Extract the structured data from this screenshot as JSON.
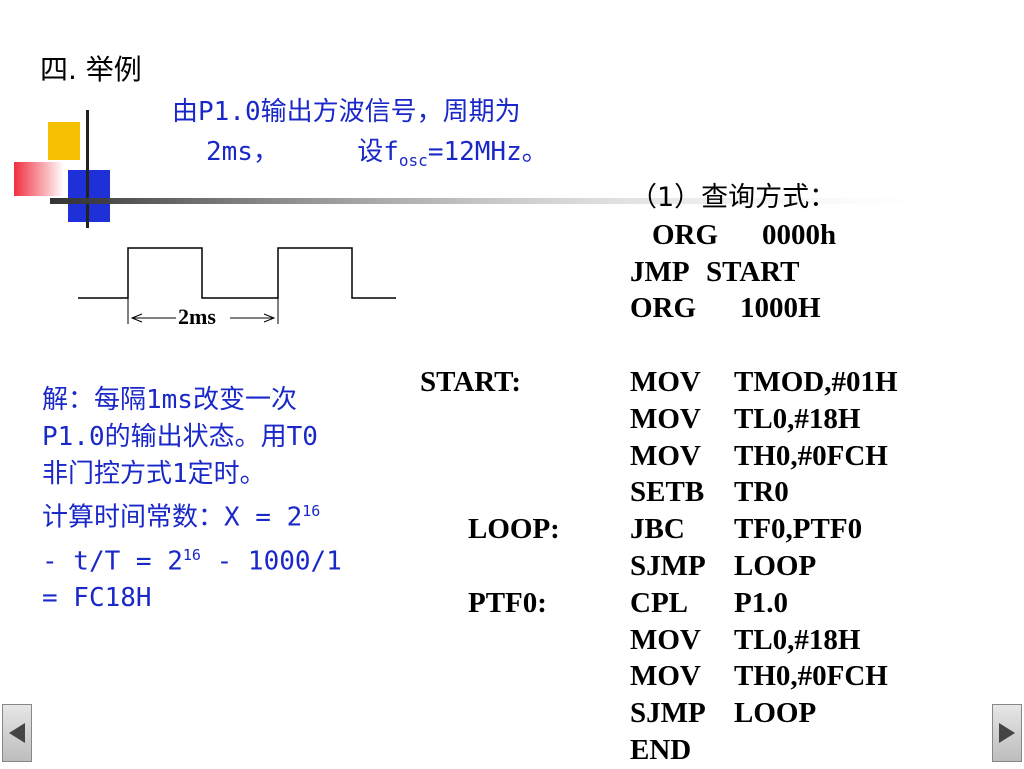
{
  "heading": "四. 举例",
  "task": {
    "line1": "由P1.0输出方波信号，周期为",
    "line2_a": "2ms，",
    "line2_b": "设f",
    "line2_sub": "osc",
    "line2_c": "=12MHz。"
  },
  "waveform": {
    "period_label": "2ms"
  },
  "solution": {
    "text1": "解：每隔1ms改变一次P1.0的输出状态。用T0非门控方式1定时。",
    "text2a": "计算时间常数：X = 2",
    "sup1": "16",
    "text2b": " - t/T = 2",
    "sup2": "16",
    "text2c": " - 1000/1 = FC18H"
  },
  "code": {
    "title": "（1）查询方式：",
    "lines": [
      {
        "label": "",
        "op": " ORG",
        "arg": "0000h"
      },
      {
        "label": "",
        "op": "JMP",
        "arg": "START"
      },
      {
        "label": "",
        "op": "ORG",
        "arg": "1000H"
      },
      {
        "label": "",
        "op": "",
        "arg": ""
      },
      {
        "label": "START:",
        "op": "MOV",
        "arg": "TMOD,#01H"
      },
      {
        "label": "",
        "op": "MOV",
        "arg": "TL0,#18H"
      },
      {
        "label": "",
        "op": "MOV",
        "arg": "TH0,#0FCH"
      },
      {
        "label": "",
        "op": "SETB",
        "arg": "TR0"
      },
      {
        "label": "LOOP:",
        "op": "JBC",
        "arg": "TF0,PTF0"
      },
      {
        "label": "",
        "op": "SJMP",
        "arg": "LOOP"
      },
      {
        "label": "PTF0:",
        "op": "CPL",
        "arg": "P1.0"
      },
      {
        "label": "",
        "op": "MOV",
        "arg": "TL0,#18H"
      },
      {
        "label": "",
        "op": "MOV",
        "arg": "TH0,#0FCH"
      },
      {
        "label": "",
        "op": "SJMP",
        "arg": "LOOP"
      },
      {
        "label": "",
        "op": "END",
        "arg": ""
      }
    ]
  },
  "nav": {
    "prev_icon": "left-arrow-icon",
    "next_icon": "right-arrow-icon"
  }
}
